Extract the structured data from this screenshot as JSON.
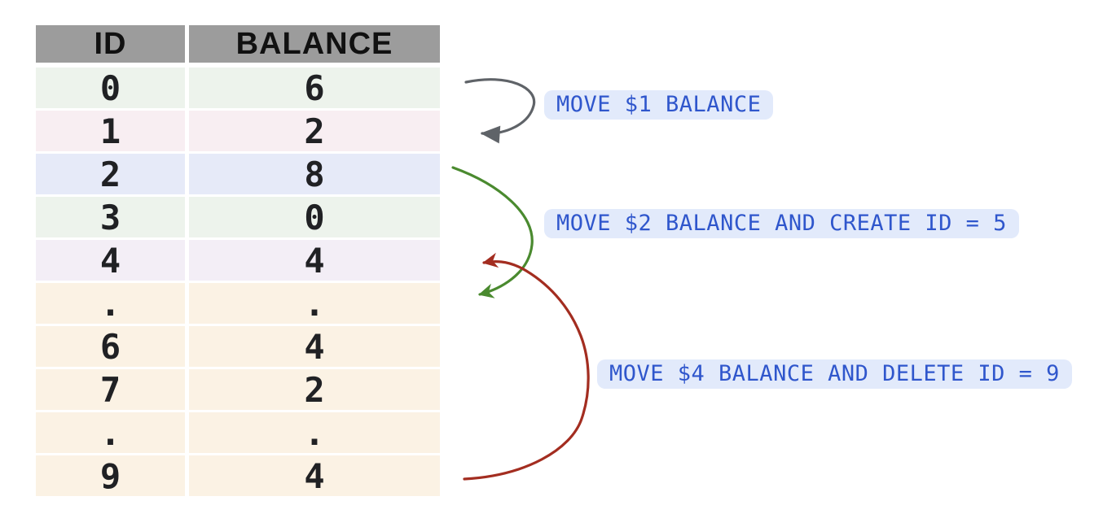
{
  "table": {
    "columns": [
      {
        "label": "ID"
      },
      {
        "label": "BALANCE"
      }
    ],
    "rows": [
      {
        "id": "0",
        "balance": "6",
        "color": "green"
      },
      {
        "id": "1",
        "balance": "2",
        "color": "pink"
      },
      {
        "id": "2",
        "balance": "8",
        "color": "blue"
      },
      {
        "id": "3",
        "balance": "0",
        "color": "green"
      },
      {
        "id": "4",
        "balance": "4",
        "color": "lavender"
      },
      {
        "id": ".",
        "balance": ".",
        "color": "cream"
      },
      {
        "id": "6",
        "balance": "4",
        "color": "cream"
      },
      {
        "id": "7",
        "balance": "2",
        "color": "cream"
      },
      {
        "id": ".",
        "balance": ".",
        "color": "cream"
      },
      {
        "id": "9",
        "balance": "4",
        "color": "cream"
      }
    ]
  },
  "annotations": [
    {
      "label": "MOVE $1 BALANCE",
      "arrow": "gray",
      "from_id": "0",
      "to_id": "1"
    },
    {
      "label": "MOVE $2 BALANCE AND CREATE ID = 5",
      "arrow": "green",
      "from_id": "2",
      "to_id": "5"
    },
    {
      "label": "MOVE $4 BALANCE AND DELETE ID = 9",
      "arrow": "red",
      "from_id": "9",
      "to_id": "4"
    }
  ],
  "palette": {
    "header_bg": "#9c9c9c",
    "header_text": "#111111",
    "cell_text": "#202124",
    "row_green": "#edf3ec",
    "row_pink": "#f8eef2",
    "row_blue": "#e6eaf8",
    "row_lavender": "#f3eef6",
    "row_cream": "#fbf2e4",
    "arrow_gray": "#5f6368",
    "arrow_green": "#4a8a2f",
    "arrow_red": "#a32d20",
    "label_text": "#2f56cc",
    "label_bg": "#e2eafb"
  }
}
